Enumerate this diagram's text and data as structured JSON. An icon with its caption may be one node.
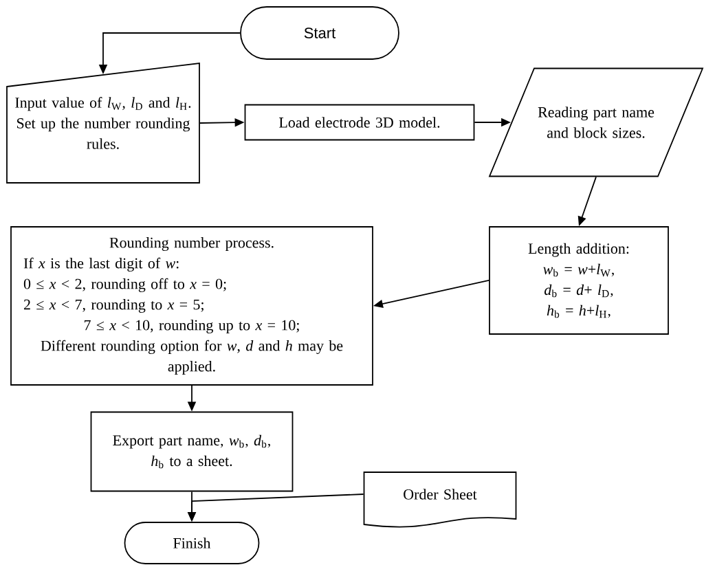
{
  "diagram": {
    "nodes": [
      {
        "text": [
          "Start"
        ]
      },
      {
        "text": [
          "Input value of *l*$_{W}$, *l*$_{D}$ and *l*$_{H}$.",
          "Set up the number rounding rules."
        ]
      },
      {
        "text": [
          "Load electrode 3D model."
        ]
      },
      {
        "text": [
          "Reading part name and block sizes."
        ]
      },
      {
        "text": [
          "Length addition:",
          "*w*$_{b}$ = *w*+*l*$_{W}$,",
          "*d*$_{b}$ = *d*+ *l*$_{D}$,",
          "*h*$_{b}$ = *h*+*l*$_{H}$,"
        ]
      },
      {
        "text": [
          "Rounding number process.",
          "If *x* is the last digit of *w*:",
          "0 ≤ *x* < 2, rounding off to *x* = 0;",
          "2 ≤ *x* < 7, rounding to *x* = 5;",
          "7 ≤ *x* < 10, rounding up to *x* = 10;",
          "Different rounding option for *w*, *d* and *h* may be applied."
        ]
      },
      {
        "text": [
          "Export part name, *w*$_{b}$, *d*$_{b}$, *h*$_{b}$ to a sheet."
        ]
      },
      {
        "text": [
          "Order Sheet"
        ]
      },
      {
        "text": [
          "Finish"
        ]
      }
    ],
    "edges": [
      {
        "from": 0,
        "to": 1,
        "arrow": "to"
      },
      {
        "from": 1,
        "to": 2,
        "arrow": "to"
      },
      {
        "from": 2,
        "to": 3,
        "arrow": "to"
      },
      {
        "from": 3,
        "to": 4,
        "arrow": "to"
      },
      {
        "from": 4,
        "to": 5,
        "arrow": "to"
      },
      {
        "from": 5,
        "to": 6,
        "arrow": "to"
      },
      {
        "from": 6,
        "to": 8,
        "arrow": "to"
      },
      {
        "from": 7,
        "to": 8,
        "arrow": "to"
      }
    ]
  }
}
